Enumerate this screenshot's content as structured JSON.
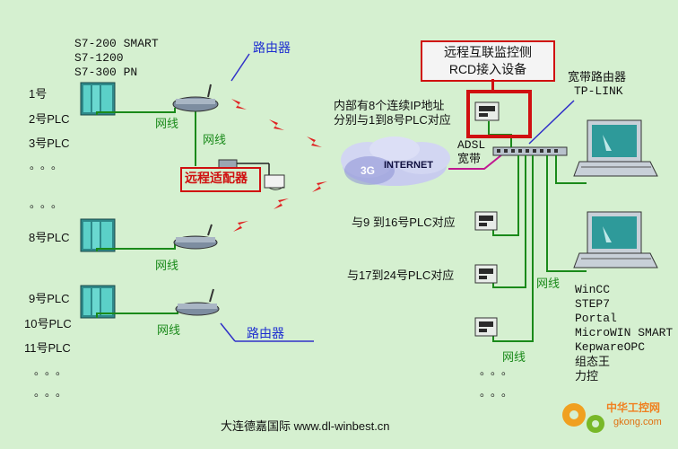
{
  "plc_models": [
    "S7-200 SMART",
    "S7-1200",
    "S7-300 PN"
  ],
  "left_labels": [
    "1号",
    "2号PLC",
    "3号PLC",
    "8号PLC",
    "9号PLC",
    "10号PLC",
    "11号PLC"
  ],
  "dots": [
    "。。。",
    "。。。",
    "。。。",
    "。。。",
    "。。。"
  ],
  "router_label": "路由器",
  "network_cable": "网线",
  "remote_adapter": "远程适配器",
  "remote_side": {
    "line1": "远程互联监控侧",
    "line2": "RCD接入设备"
  },
  "internal_ip": {
    "line1": "内部有8个连续IP地址",
    "line2": "分别与1到8号PLC对应"
  },
  "broadband_router": {
    "line1": "宽带路由器",
    "line2": "TP-LINK"
  },
  "cloud": {
    "label_3g": "3G",
    "label_internet": "INTERNET"
  },
  "adsl": {
    "line1": "ADSL",
    "line2": "宽带"
  },
  "map_9_16": "与9 到16号PLC对应",
  "map_17_24": "与17到24号PLC对应",
  "software": [
    "WinCC",
    "STEP7",
    "Portal",
    "MicroWIN SMART",
    "KepwareOPC",
    "组态王",
    "力控"
  ],
  "footer": "大连德嘉国际 www.dl-winbest.cn",
  "watermark": {
    "cn": "中华工控网",
    "url": "gkong.com"
  }
}
